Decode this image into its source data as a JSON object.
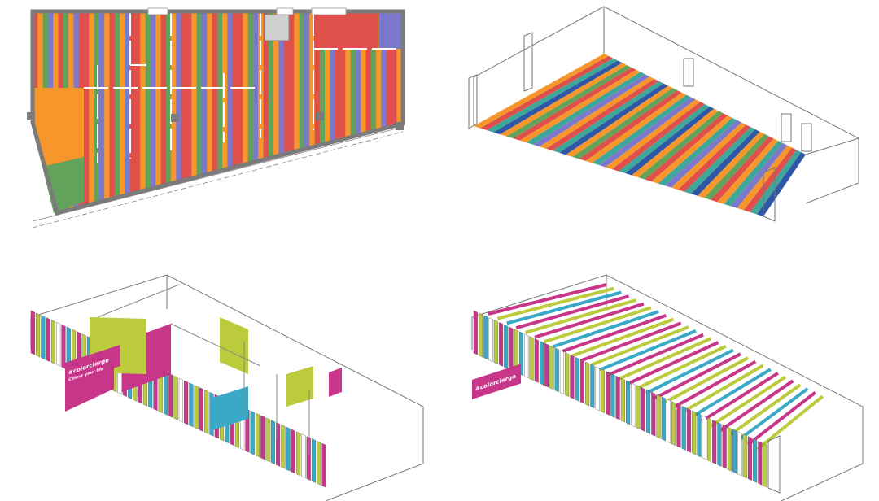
{
  "palette": {
    "red": "#e0504a",
    "orange": "#f7962b",
    "green": "#62a25a",
    "purple": "#7c78cc",
    "blue": "#2e57a8",
    "teal": "#3ea79a",
    "magenta": "#c8368a",
    "lime": "#bccb3c",
    "cyan": "#3aa9c8",
    "wall_gray": "#7b7b7b",
    "line": "#5a5a5a"
  },
  "views": [
    {
      "id": "plan",
      "kind": "floor plan"
    },
    {
      "id": "floor",
      "kind": "isometric floor"
    },
    {
      "id": "walls",
      "kind": "isometric walls"
    },
    {
      "id": "ceiling",
      "kind": "isometric ceiling"
    }
  ],
  "signage": {
    "logo": "#colorcierge",
    "sub": "Colour your life"
  }
}
